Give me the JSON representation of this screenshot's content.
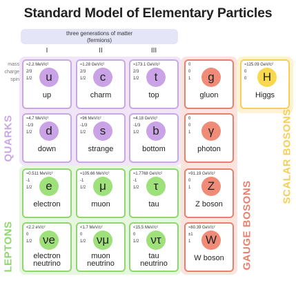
{
  "title": "Standard Model of Elementary Particles",
  "generations_banner": [
    "three generations of matter",
    "(fermions)"
  ],
  "generations": [
    "I",
    "II",
    "III"
  ],
  "row_labels": {
    "mass": "mass",
    "charge": "charge",
    "spin": "spin"
  },
  "colors": {
    "quark_border": "#c9a7e3",
    "quark_bg": "#f1e5f8",
    "quark_circle": "#c9a3e6",
    "lepton_border": "#8fd66e",
    "lepton_bg": "#e7f6df",
    "lepton_circle": "#9ee07a",
    "gauge_border": "#e8806d",
    "gauge_bg": "#fbe3de",
    "gauge_circle": "#f08b78",
    "scalar_border": "#f5cf58",
    "scalar_bg": "#fdf3d3",
    "scalar_circle": "#f7d84e"
  },
  "side_labels": {
    "quarks": "QUARKS",
    "leptons": "LEPTONS",
    "gauge_bosons": "GAUGE BOSONS",
    "scalar_bosons": "SCALAR BOSONS"
  },
  "particles": {
    "up": {
      "mass": "≈2.2 MeV/c²",
      "charge": "2/3",
      "spin": "1/2",
      "symbol": "u",
      "name": "up"
    },
    "charm": {
      "mass": "≈1.28 GeV/c²",
      "charge": "2/3",
      "spin": "1/2",
      "symbol": "c",
      "name": "charm"
    },
    "top": {
      "mass": "≈173.1 GeV/c²",
      "charge": "2/3",
      "spin": "1/2",
      "symbol": "t",
      "name": "top"
    },
    "gluon": {
      "mass": "0",
      "charge": "0",
      "spin": "1",
      "symbol": "g",
      "name": "gluon"
    },
    "higgs": {
      "mass": "≈125.09 GeV/c²",
      "charge": "0",
      "spin": "0",
      "symbol": "H",
      "name": "Higgs"
    },
    "down": {
      "mass": "≈4.7 MeV/c²",
      "charge": "-1/3",
      "spin": "1/2",
      "symbol": "d",
      "name": "down"
    },
    "strange": {
      "mass": "≈96 MeV/c²",
      "charge": "-1/3",
      "spin": "1/2",
      "symbol": "s",
      "name": "strange"
    },
    "bottom": {
      "mass": "≈4.18 GeV/c²",
      "charge": "-1/3",
      "spin": "1/2",
      "symbol": "b",
      "name": "bottom"
    },
    "photon": {
      "mass": "0",
      "charge": "0",
      "spin": "1",
      "symbol": "γ",
      "name": "photon"
    },
    "electron": {
      "mass": "≈0.511 MeV/c²",
      "charge": "-1",
      "spin": "1/2",
      "symbol": "e",
      "name": "electron"
    },
    "muon": {
      "mass": "≈105.66 MeV/c²",
      "charge": "-1",
      "spin": "1/2",
      "symbol": "μ",
      "name": "muon"
    },
    "tau": {
      "mass": "≈1.7768 GeV/c²",
      "charge": "-1",
      "spin": "1/2",
      "symbol": "τ",
      "name": "tau"
    },
    "zboson": {
      "mass": "≈91.19 GeV/c²",
      "charge": "0",
      "spin": "1",
      "symbol": "Z",
      "name": "Z boson"
    },
    "nue": {
      "mass": "<2.2 eV/c²",
      "charge": "0",
      "spin": "1/2",
      "symbol": "νe",
      "name1": "electron",
      "name2": "neutrino"
    },
    "numu": {
      "mass": "<1.7 MeV/c²",
      "charge": "0",
      "spin": "1/2",
      "symbol": "νμ",
      "name1": "muon",
      "name2": "neutrino"
    },
    "nutau": {
      "mass": "<15.5 MeV/c²",
      "charge": "0",
      "spin": "1/2",
      "symbol": "ντ",
      "name1": "tau",
      "name2": "neutrino"
    },
    "wboson": {
      "mass": "≈80.39 GeV/c²",
      "charge": "±1",
      "spin": "1",
      "symbol": "W",
      "name": "W boson"
    }
  }
}
